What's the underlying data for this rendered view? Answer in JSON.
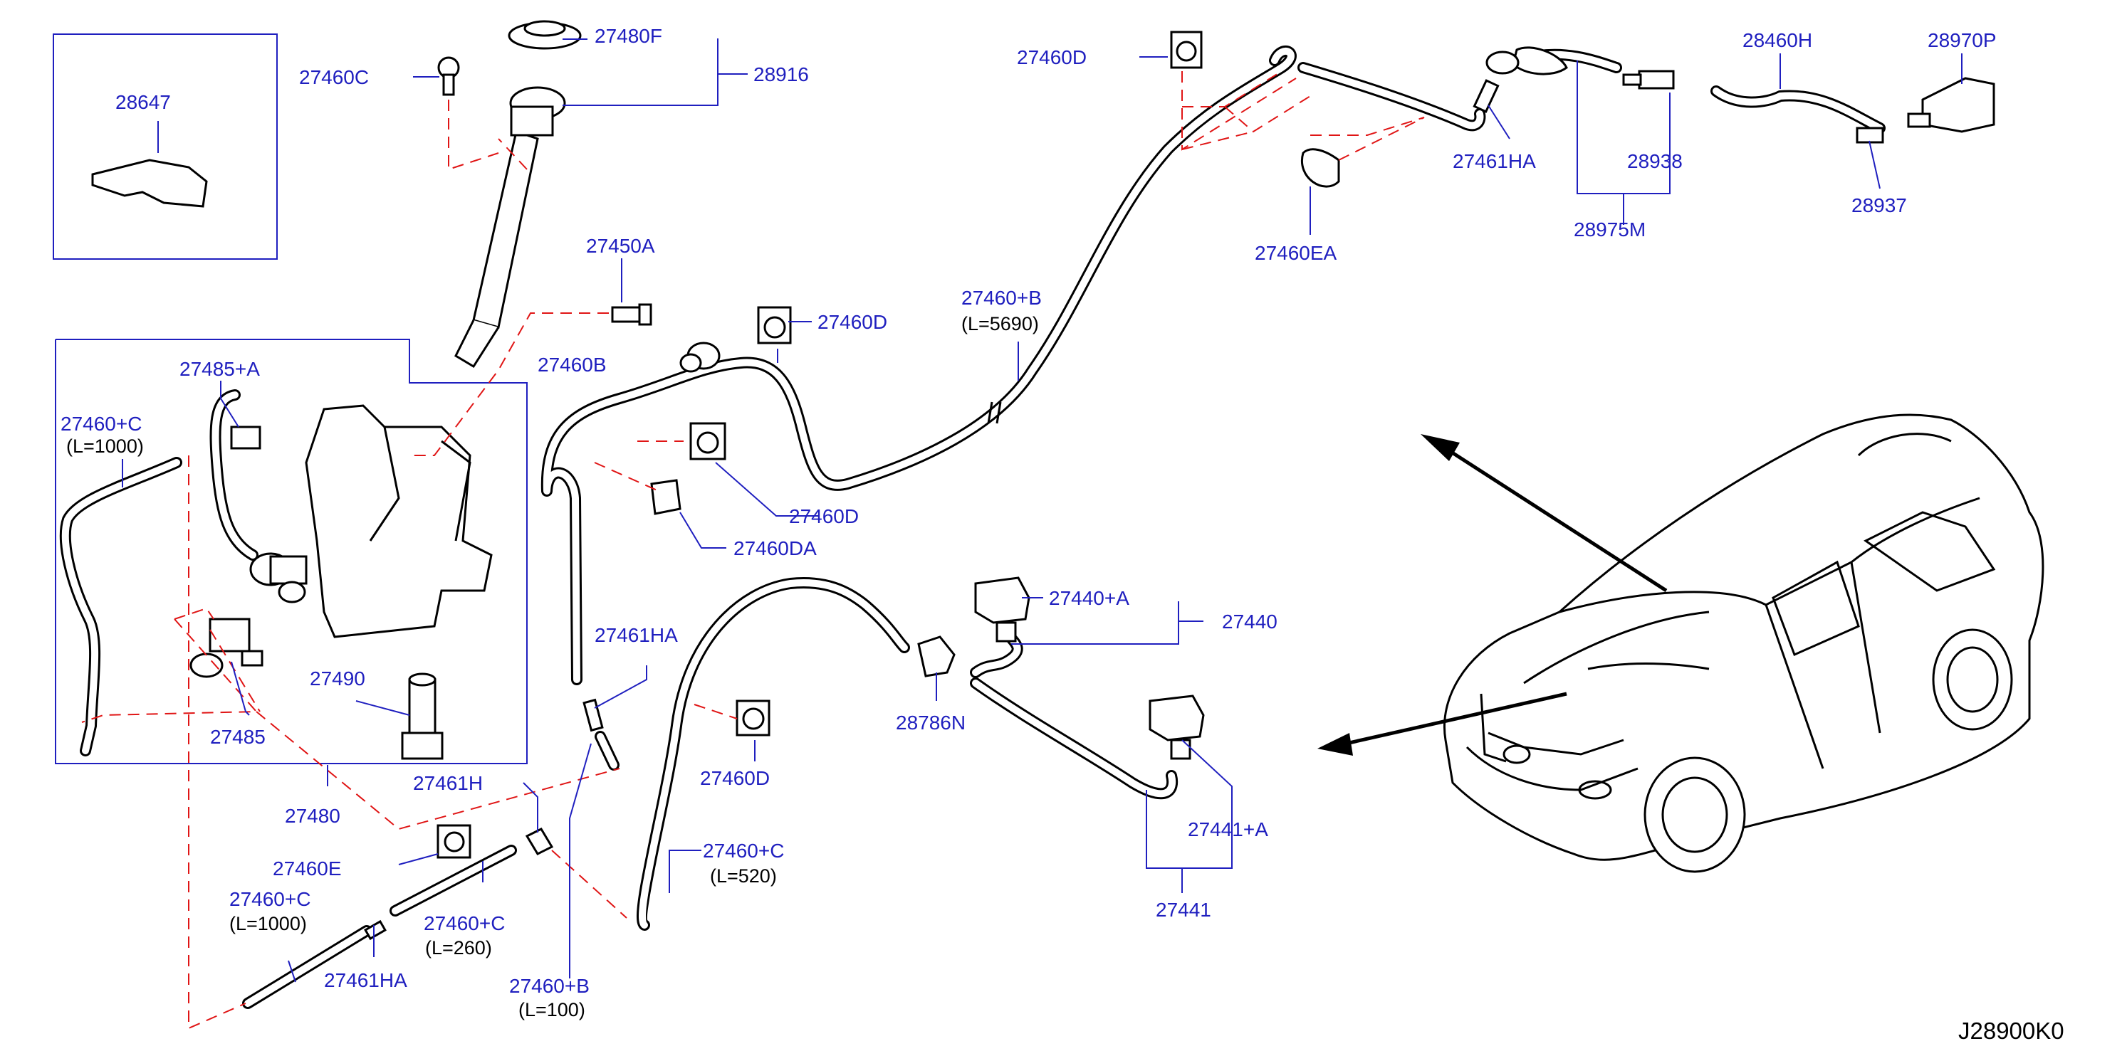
{
  "diagram_code": "J28900K0",
  "labels": [
    {
      "id": "28647",
      "text": "28647"
    },
    {
      "id": "27460C-top",
      "text": "27460C"
    },
    {
      "id": "27480F",
      "text": "27480F"
    },
    {
      "id": "28916",
      "text": "28916"
    },
    {
      "id": "27450A",
      "text": "27450A"
    },
    {
      "id": "27460B",
      "text": "27460B"
    },
    {
      "id": "27460D-1",
      "text": "27460D"
    },
    {
      "id": "27460D-2",
      "text": "27460D"
    },
    {
      "id": "27460D-3",
      "text": "27460D"
    },
    {
      "id": "27460D-4",
      "text": "27460D"
    },
    {
      "id": "27460DA",
      "text": "27460DA"
    },
    {
      "id": "27460EA",
      "text": "27460EA"
    },
    {
      "id": "27460B-plus-5690",
      "text": "27460+B"
    },
    {
      "id": "27461HA-1",
      "text": "27461HA"
    },
    {
      "id": "27461HA-2",
      "text": "27461HA"
    },
    {
      "id": "27461HA-3",
      "text": "27461HA"
    },
    {
      "id": "28938",
      "text": "28938"
    },
    {
      "id": "28975M",
      "text": "28975M"
    },
    {
      "id": "28460H",
      "text": "28460H"
    },
    {
      "id": "28970P",
      "text": "28970P"
    },
    {
      "id": "28937",
      "text": "28937"
    },
    {
      "id": "27485A",
      "text": "27485+A"
    },
    {
      "id": "27460C-1000-a",
      "text": "27460+C"
    },
    {
      "id": "27485",
      "text": "27485"
    },
    {
      "id": "27490",
      "text": "27490"
    },
    {
      "id": "27480",
      "text": "27480"
    },
    {
      "id": "27461H",
      "text": "27461H"
    },
    {
      "id": "27460E",
      "text": "27460E"
    },
    {
      "id": "27460C-1000-b",
      "text": "27460+C"
    },
    {
      "id": "27460C-260",
      "text": "27460+C"
    },
    {
      "id": "27460B-100",
      "text": "27460+B"
    },
    {
      "id": "27460C-520",
      "text": "27460+C"
    },
    {
      "id": "27440A",
      "text": "27440+A"
    },
    {
      "id": "27440",
      "text": "27440"
    },
    {
      "id": "28786N",
      "text": "28786N"
    },
    {
      "id": "27441A",
      "text": "27441+A"
    },
    {
      "id": "27441",
      "text": "27441"
    }
  ],
  "dimensions": {
    "l5690": "(L=5690)",
    "l1000a": "(L=1000)",
    "l1000b": "(L=1000)",
    "l260": "(L=260)",
    "l100": "(L=100)",
    "l520": "(L=520)"
  }
}
